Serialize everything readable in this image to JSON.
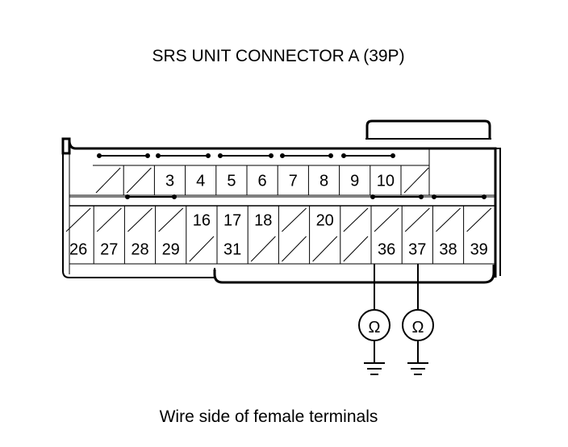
{
  "title": "SRS UNIT CONNECTOR A (39P)",
  "caption": "Wire side of female terminals",
  "rows": [
    [
      "",
      "",
      "3",
      "4",
      "5",
      "6",
      "7",
      "8",
      "9",
      "10",
      ""
    ],
    [
      "",
      "",
      "",
      "",
      "16",
      "17",
      "18",
      "",
      "20",
      "",
      "",
      "",
      "",
      ""
    ],
    [
      "26",
      "27",
      "28",
      "29",
      "",
      "31",
      "",
      "",
      "",
      "",
      "36",
      "37",
      "38",
      "39"
    ]
  ],
  "meters": [
    {
      "terminal": "36",
      "symbol": "Ω"
    },
    {
      "terminal": "37",
      "symbol": "Ω"
    }
  ]
}
